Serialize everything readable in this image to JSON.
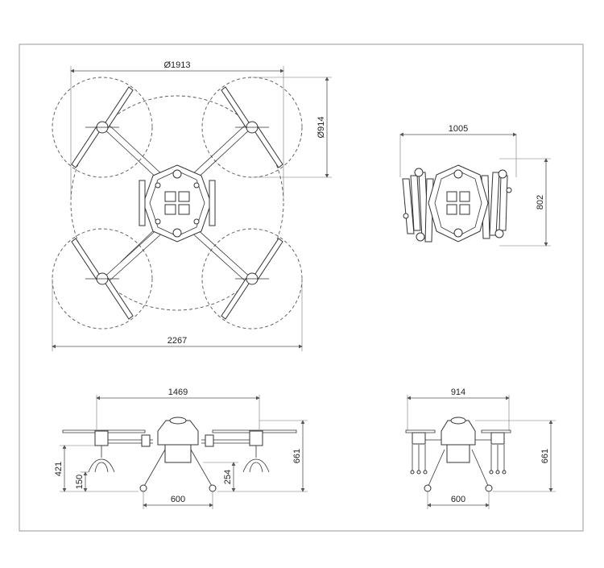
{
  "dimensions": {
    "rotor_span_diameter": "Ø1913",
    "propeller_diameter": "Ø914",
    "overall_width": "2267",
    "folded_width": "1005",
    "folded_height": "802",
    "front_span": "1469",
    "front_total_height": "661",
    "front_leg_height": "421",
    "front_foot": "150",
    "front_clearance": "254",
    "front_skid_width": "600",
    "side_span": "914",
    "side_total_height": "661",
    "side_skid_width": "600"
  }
}
